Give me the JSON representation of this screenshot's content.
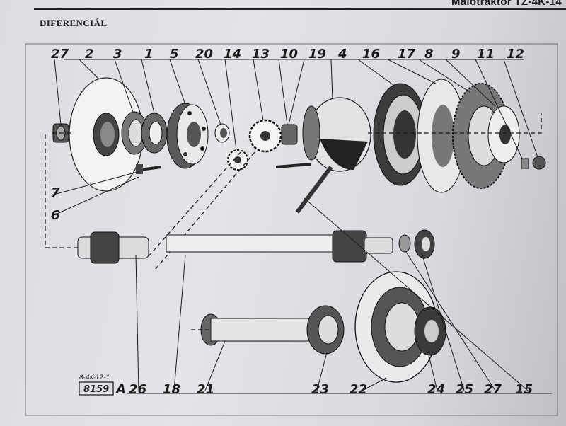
{
  "header": {
    "title": "Malotraktor TZ-4K-14"
  },
  "section": {
    "title": "DIFERENCIÁL"
  },
  "figure": {
    "top_labels": [
      "27",
      "2",
      "3",
      "1",
      "5",
      "20",
      "14",
      "13",
      "10",
      "19",
      "4",
      "16",
      "17",
      "8",
      "9",
      "11",
      "12"
    ],
    "left_labels": [
      "7",
      "6"
    ],
    "bottom_labels": [
      "26",
      "18",
      "21",
      "23",
      "22",
      "24",
      "25",
      "27",
      "15"
    ],
    "drawing_ref": "8-4K-12-1",
    "drawing_code": "8159",
    "drawing_letter": "A"
  }
}
